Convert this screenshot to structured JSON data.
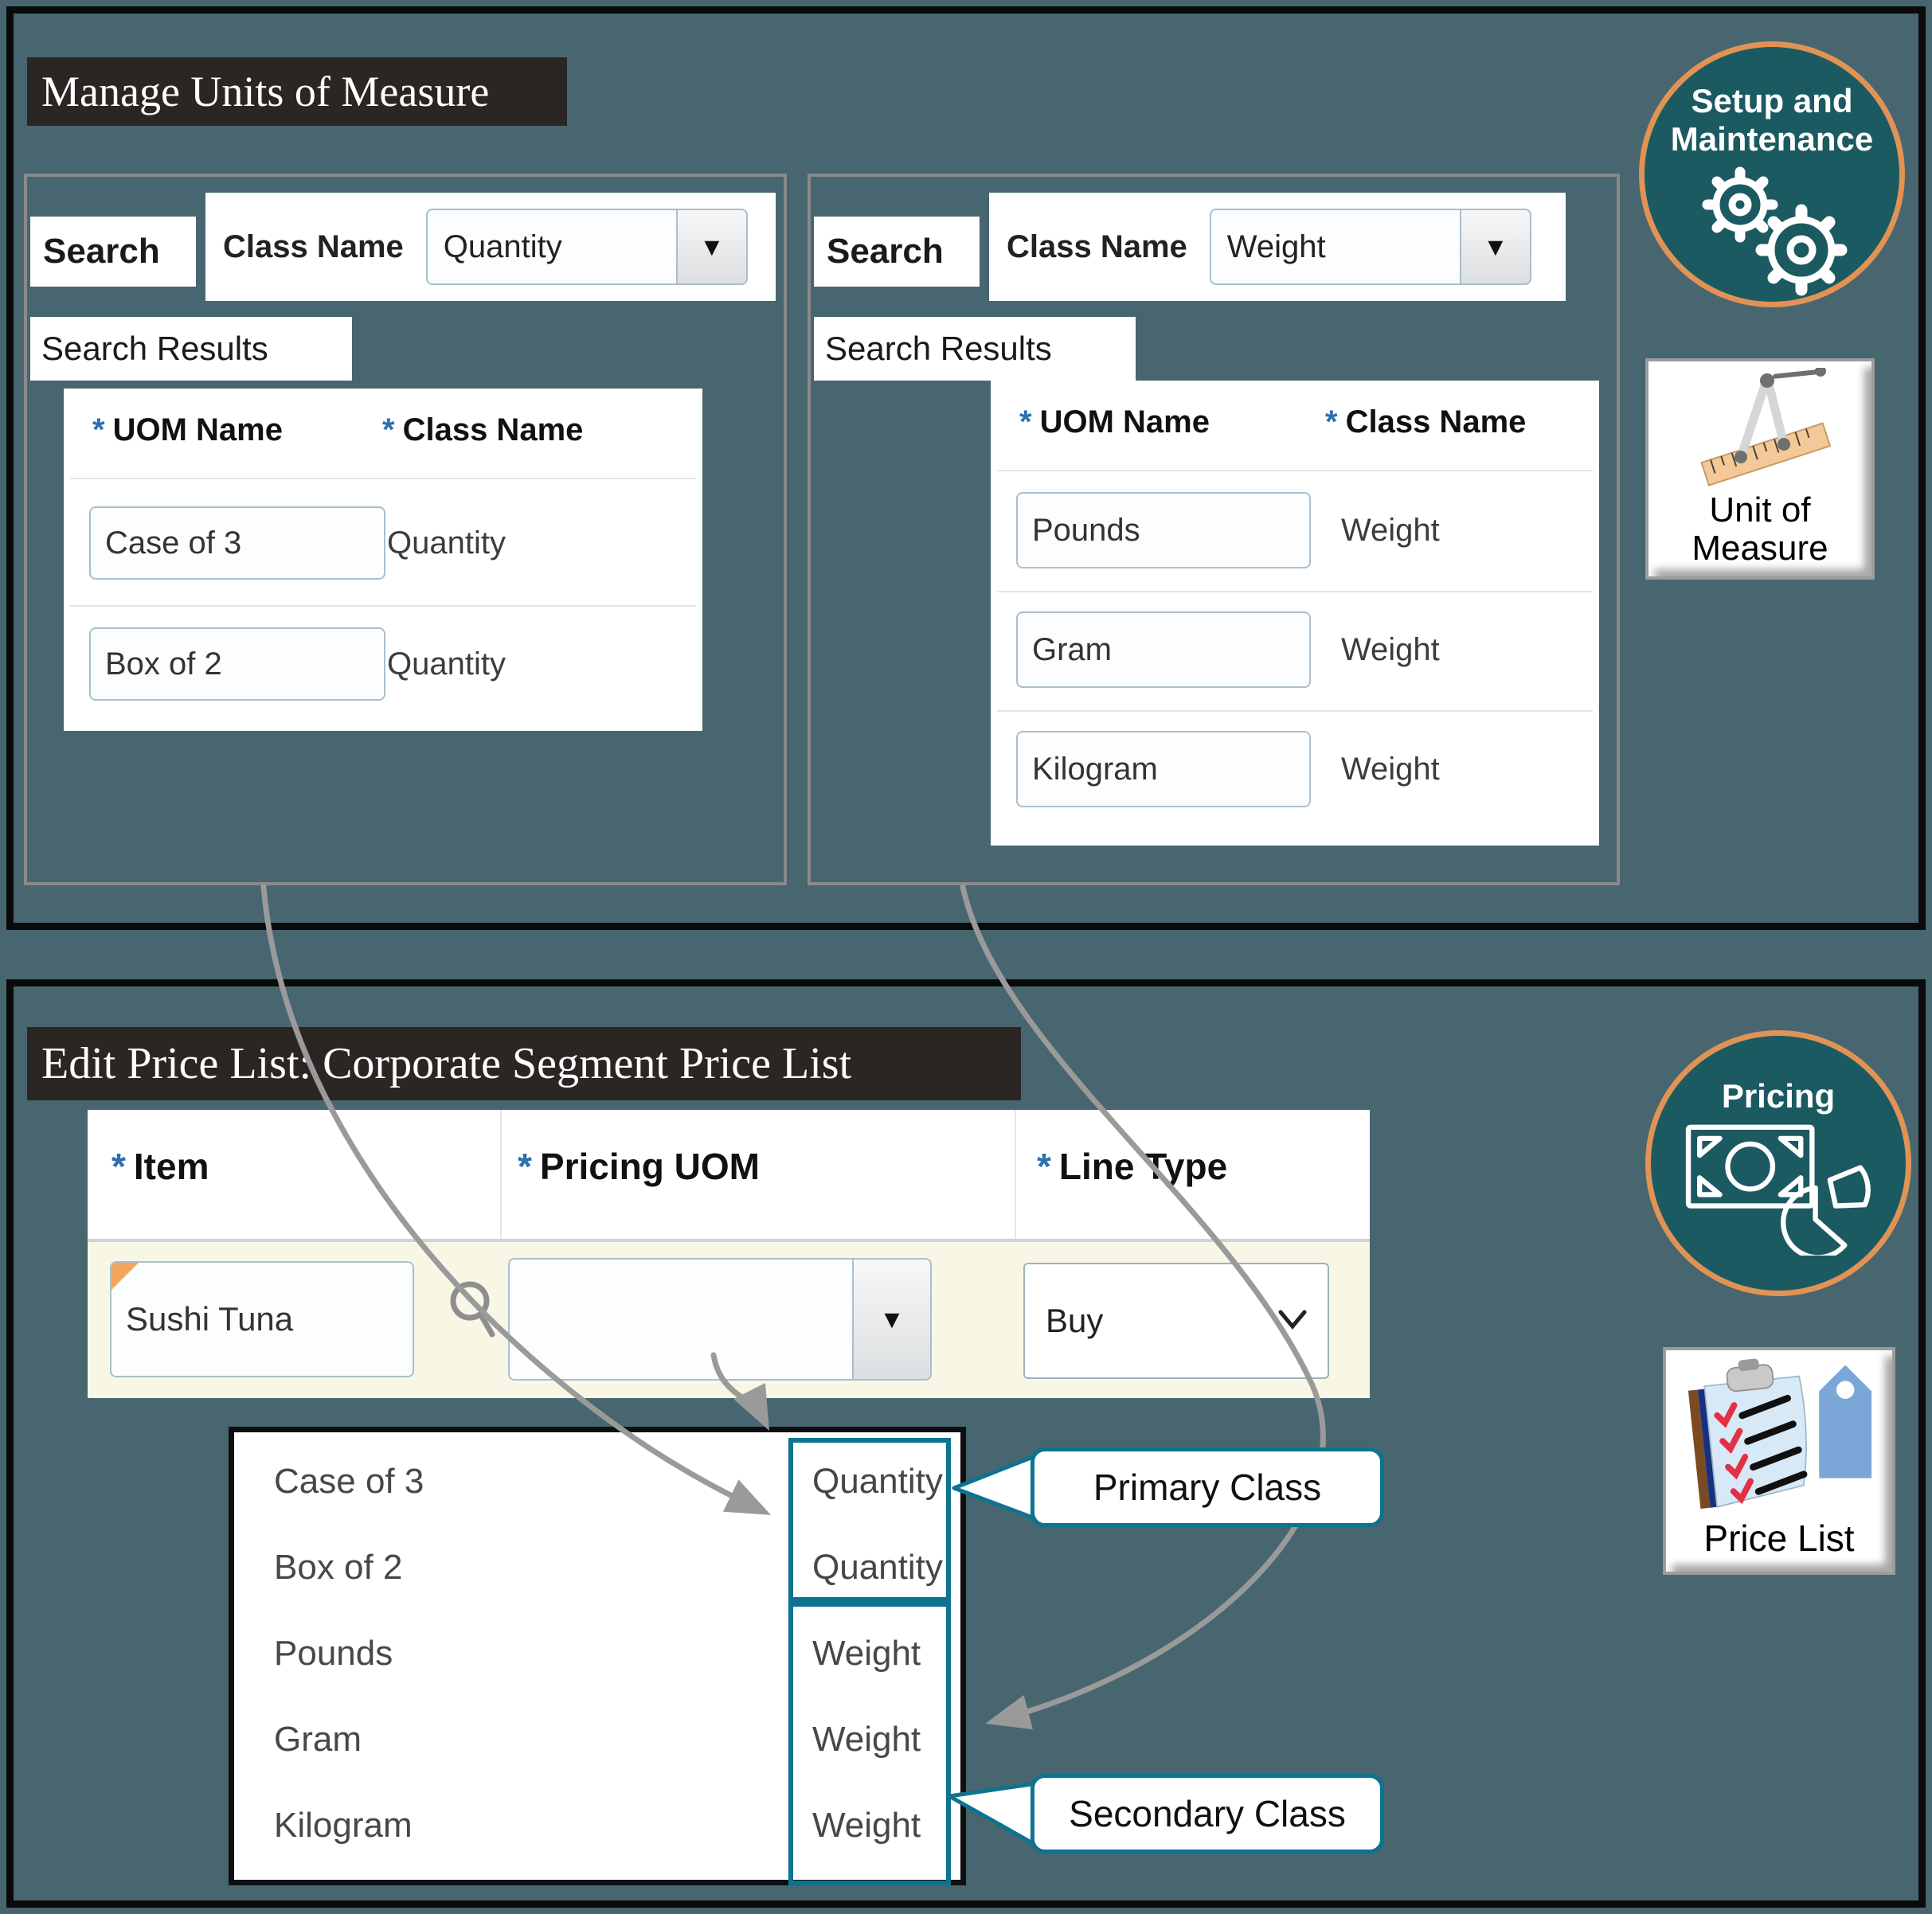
{
  "icons": {
    "dropdown_arrow": "▼"
  },
  "misc": {
    "required_marker": "*"
  },
  "top": {
    "title": "Manage Units of Measure",
    "panels": [
      {
        "search_label": "Search",
        "class_name_label": "Class Name",
        "class_value": "Quantity",
        "results_label": "Search Results",
        "uom_header": "UOM Name",
        "class_header": "Class Name",
        "rows": [
          {
            "uom": "Case of 3",
            "cls": "Quantity"
          },
          {
            "uom": "Box of 2",
            "cls": "Quantity"
          }
        ]
      },
      {
        "search_label": "Search",
        "class_name_label": "Class Name",
        "class_value": "Weight",
        "results_label": "Search Results",
        "uom_header": "UOM Name",
        "class_header": "Class Name",
        "rows": [
          {
            "uom": "Pounds",
            "cls": "Weight"
          },
          {
            "uom": "Gram",
            "cls": "Weight"
          },
          {
            "uom": "Kilogram",
            "cls": "Weight"
          }
        ]
      }
    ]
  },
  "badges": {
    "setup": {
      "line1": "Setup and",
      "line2": "Maintenance"
    },
    "uom": {
      "line1": "Unit of",
      "line2": "Measure"
    },
    "pricing": {
      "label": "Pricing"
    },
    "price_list": {
      "label": "Price List"
    }
  },
  "bottom": {
    "title": "Edit Price List: Corporate Segment Price List",
    "form": {
      "item_header": "Item",
      "pricing_uom_header": "Pricing UOM",
      "line_type_header": "Line Type",
      "item_value": "Sushi Tuna",
      "pricing_uom_value": "",
      "line_type_value": "Buy"
    },
    "list": {
      "rows": [
        {
          "uom": "Case of 3",
          "cls": "Quantity"
        },
        {
          "uom": "Box of 2",
          "cls": "Quantity"
        },
        {
          "uom": "Pounds",
          "cls": "Weight"
        },
        {
          "uom": "Gram",
          "cls": "Weight"
        },
        {
          "uom": "Kilogram",
          "cls": "Weight"
        }
      ]
    },
    "callouts": {
      "primary": "Primary Class",
      "secondary": "Secondary Class"
    }
  },
  "colors": {
    "background": "#47666f",
    "block_border": "#0a0a0a",
    "title_bar": "#2b2623",
    "accent_teal": "#0c7390",
    "accent_orange": "#e09355",
    "badge_fill": "#1c5a62",
    "arrow_gray": "#9a9a9a",
    "beige_row": "#f8f7e6",
    "required_blue": "#2e6fb0"
  }
}
